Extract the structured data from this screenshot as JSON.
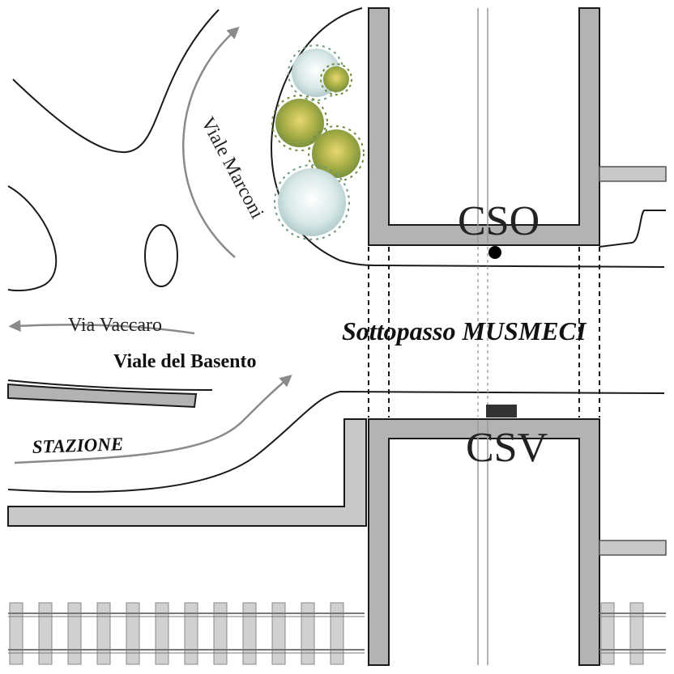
{
  "labels": {
    "viale_marconi": "Viale Marconi",
    "via_vaccaro": "Via Vaccaro",
    "viale_del_basento": "Viale del Basento",
    "stazione": "STAZIONE",
    "sottopasso": "Sottopasso MUSMECI",
    "cso": "CSO",
    "csv": "CSV"
  },
  "colors": {
    "wall_fill": "#b3b3b3",
    "outline": "#1a1a1a",
    "arrow": "#8a8a8a",
    "rail": "#c8c8c8",
    "tree_green": "#a9b04a",
    "tree_pale": "#d9e6e6"
  },
  "icons": [
    "arrow-icon",
    "tree-icon",
    "railway-track",
    "sensor-point-icon",
    "sensor-box-icon"
  ]
}
